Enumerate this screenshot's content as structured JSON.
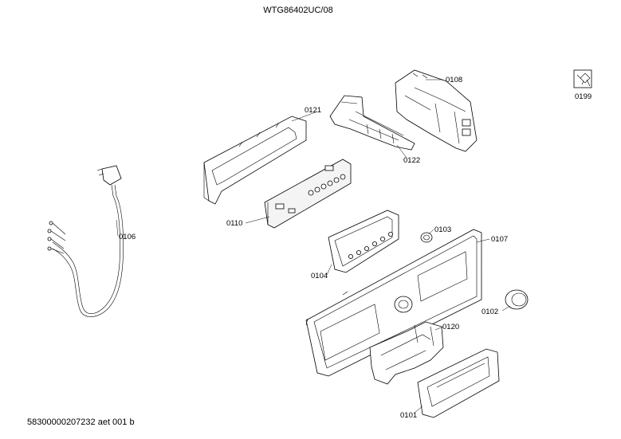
{
  "title": "WTG86402UC/08",
  "footer": "58300000207232 aet 001 b",
  "icon": "repair-tool-icon",
  "parts": [
    {
      "id": "0101"
    },
    {
      "id": "0102"
    },
    {
      "id": "0103"
    },
    {
      "id": "0104"
    },
    {
      "id": "0106"
    },
    {
      "id": "0107"
    },
    {
      "id": "0108"
    },
    {
      "id": "0110"
    },
    {
      "id": "0120"
    },
    {
      "id": "0121"
    },
    {
      "id": "0122"
    },
    {
      "id": "0199"
    }
  ]
}
